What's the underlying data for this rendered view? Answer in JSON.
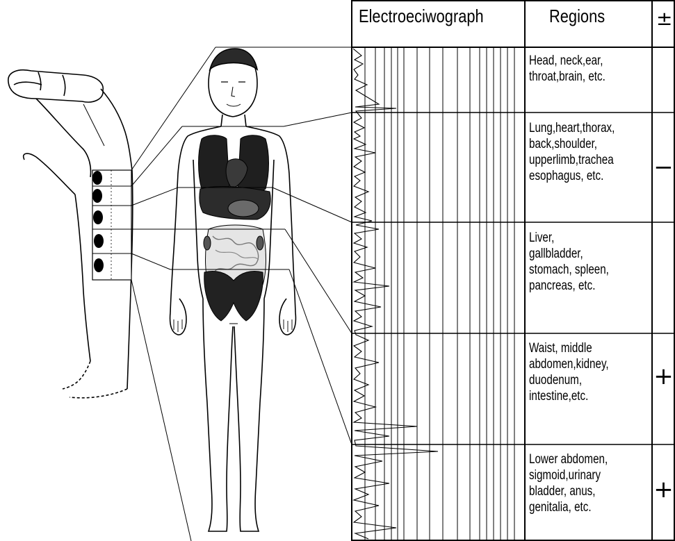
{
  "table": {
    "headers": {
      "graph": "Electroeciwograph",
      "regions": "Regions",
      "sign": "±"
    },
    "rows": [
      {
        "lines": [
          "Head, neck,ear,",
          "throat,brain, etc."
        ],
        "sign": ""
      },
      {
        "lines": [
          "Lung,heart,thorax,",
          "back,shoulder,",
          "upperlimb,trachea",
          "esophagus, etc."
        ],
        "sign": "−"
      },
      {
        "lines": [
          "Liver,",
          "gallbladder,",
          "stomach, spleen,",
          "pancreas, etc."
        ],
        "sign": ""
      },
      {
        "lines": [
          "Waist, middle",
          "abdomen,kidney,",
          "duodenum,",
          "intestine,etc."
        ],
        "sign": "+"
      },
      {
        "lines": [
          "Lower abdomen,",
          "sigmoid,urinary",
          "bladder, anus,",
          "genitalia, etc."
        ],
        "sign": "+"
      }
    ]
  },
  "colors": {
    "line": "#000000",
    "organ_fill": "#1f1f1f",
    "background": "#ffffff"
  }
}
